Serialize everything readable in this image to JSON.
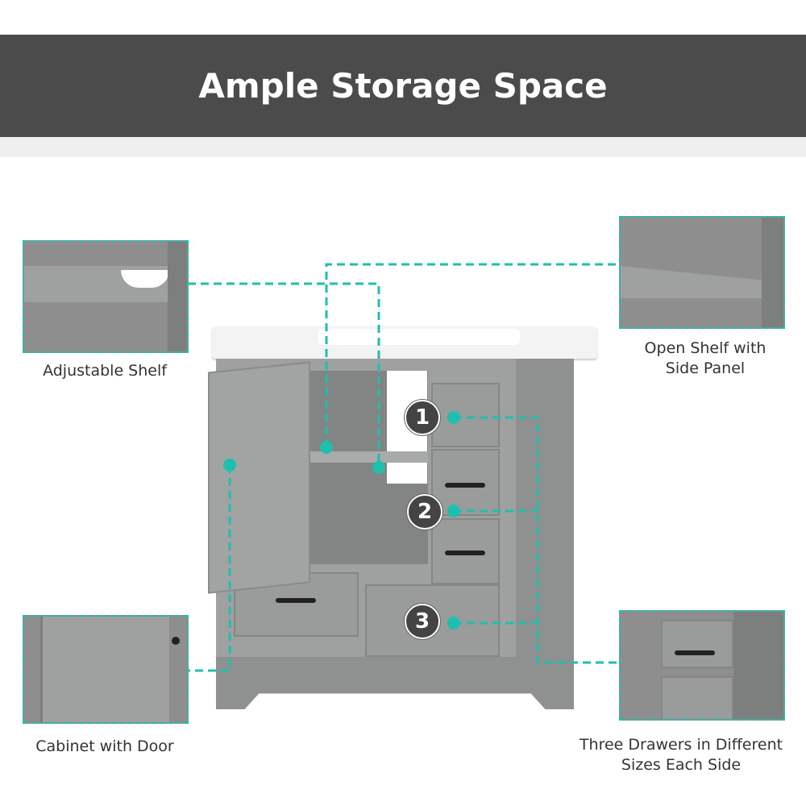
{
  "header": {
    "title": "Ample Storage Space"
  },
  "callouts": [
    {
      "label": "Adjustable Shelf"
    },
    {
      "label": "Open Shelf with Side Panel",
      "line1": "Open Shelf with",
      "line2": "Side Panel"
    },
    {
      "label": "Cabinet with Door"
    },
    {
      "label": "Three Drawers in Different Sizes Each Side",
      "line1": "Three Drawers in Different",
      "line2": "Sizes Each Side"
    }
  ],
  "badges": [
    "1",
    "2",
    "3"
  ],
  "colors": {
    "accent": "#1fbfae",
    "header": "#4b4b4b",
    "cabinet": "#9a9b9b"
  }
}
